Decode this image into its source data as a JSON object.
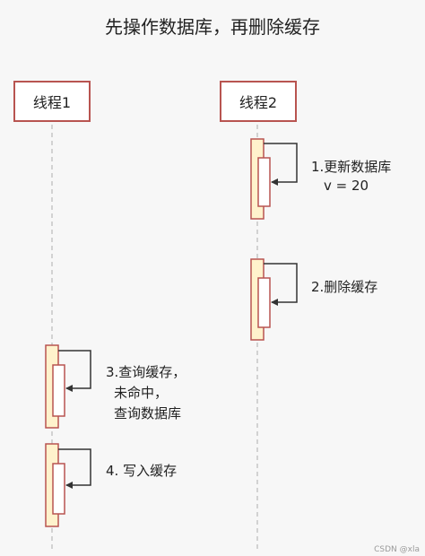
{
  "title": "先操作数据库，再删除缓存",
  "participants": [
    {
      "label": "线程1"
    },
    {
      "label": "线程2"
    }
  ],
  "steps": [
    {
      "lines": [
        "1.更新数据库",
        "v = 20"
      ]
    },
    {
      "lines": [
        "2.删除缓存"
      ]
    },
    {
      "lines": [
        "3.查询缓存，",
        "未命中，",
        "查询数据库"
      ]
    },
    {
      "lines": [
        "4. 写入缓存"
      ]
    }
  ],
  "watermark": "CSDN @xla",
  "colors": {
    "participant_border": "#b85450",
    "activation_fill": "#fff2cc",
    "activation_border": "#b85450",
    "arrow": "#333333",
    "lifeline": "#bbbbbb"
  }
}
